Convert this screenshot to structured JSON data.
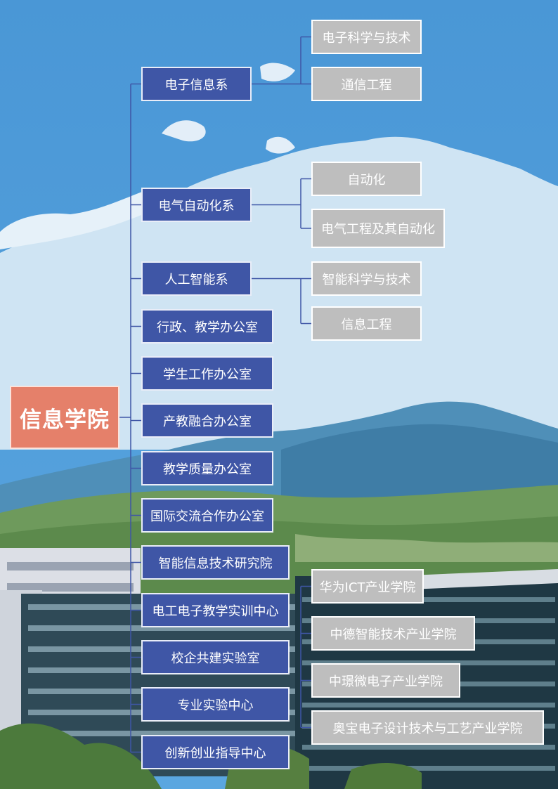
{
  "root": {
    "label": "信息学院"
  },
  "departments": [
    {
      "id": "electronic-info",
      "label": "电子信息系",
      "children": [
        "电子科学与技术",
        "通信工程"
      ]
    },
    {
      "id": "electrical-automation",
      "label": "电气自动化系",
      "children": [
        "自动化",
        "电气工程及其自动化"
      ]
    },
    {
      "id": "ai",
      "label": "人工智能系",
      "children": [
        "智能科学与技术",
        "信息工程"
      ]
    },
    {
      "id": "admin-teaching-office",
      "label": "行政、教学办公室"
    },
    {
      "id": "student-affairs-office",
      "label": "学生工作办公室"
    },
    {
      "id": "industry-education-office",
      "label": "产教融合办公室"
    },
    {
      "id": "teaching-quality-office",
      "label": "教学质量办公室"
    },
    {
      "id": "international-office",
      "label": "国际交流合作办公室"
    },
    {
      "id": "intelligent-info-institute",
      "label": "智能信息技术研究院"
    },
    {
      "id": "electrotechnics-training-center",
      "label": "电工电子教学实训中心"
    },
    {
      "id": "school-enterprise-lab",
      "label": "校企共建实验室"
    },
    {
      "id": "professional-lab-center",
      "label": "专业实验中心"
    },
    {
      "id": "innovation-guidance-center",
      "label": "创新创业指导中心"
    }
  ],
  "industry_colleges": [
    "华为ICT产业学院",
    "中德智能技术产业学院",
    "中璟微电子产业学院",
    "奥宝电子设计技术与工艺产业学院"
  ],
  "colors": {
    "root_fill": "#e5806a",
    "department_fill": "#3f56a6",
    "sub_fill": "#bebebe",
    "connector": "#3f56a6"
  }
}
